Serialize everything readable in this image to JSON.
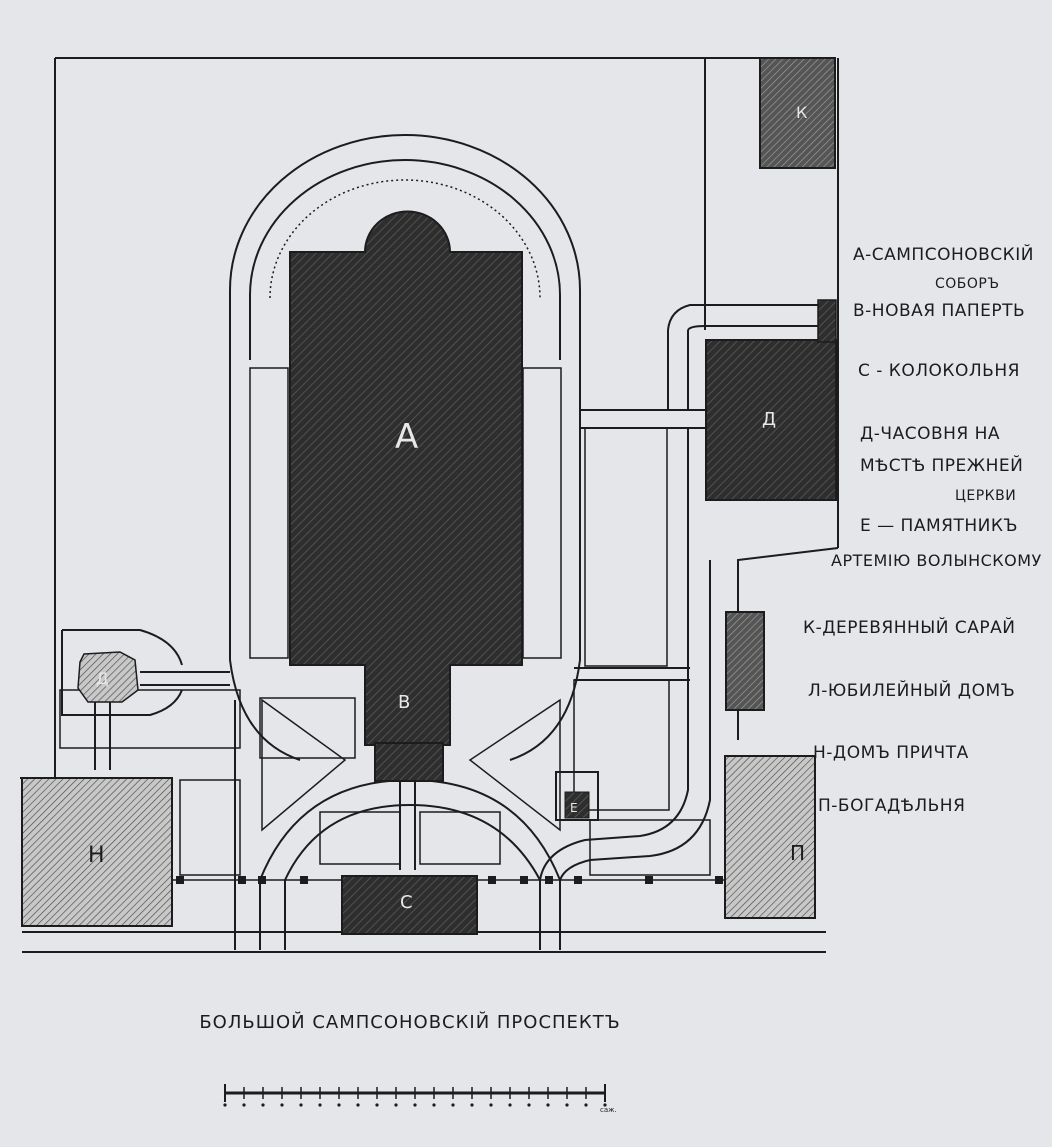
{
  "plan": {
    "buildings": {
      "A": "А",
      "B": "В",
      "C": "С",
      "D_main": "Д",
      "D_small": "Д",
      "E": "Е",
      "K": "К",
      "N": "Н",
      "P": "П"
    }
  },
  "legend": [
    "А-САМПСОНОВСКІЙ",
    "СОБОРЪ",
    "В-НОВАЯ ПАПЕРТЬ",
    "С - КОЛОКОЛЬНЯ",
    "Д-ЧАСОВНЯ НА",
    "МѢСТѢ ПРЕЖНЕЙ",
    "ЦЕРКВИ",
    "Е — ПАМЯТНИКЪ",
    "АРТЕМІЮ ВОЛЫНСКОМУ",
    "К-ДЕРЕВЯННЫЙ САРАЙ",
    "Л-ЮБИЛЕЙНЫЙ ДОМЪ",
    "Н-ДОМЪ ПРИЧТА",
    "П-БОГАДѢЛЬНЯ"
  ],
  "street_name": "БОЛЬШОЙ САМПСОНОВСКІЙ ПРОСПЕКТЪ",
  "scale_bar": {
    "unit": "саж."
  },
  "colors": {
    "background": "#e4e6ea",
    "ink": "#1c1c1c",
    "hatch_dark": "#3a3a3a",
    "hatch_light": "#6a6a6a"
  }
}
